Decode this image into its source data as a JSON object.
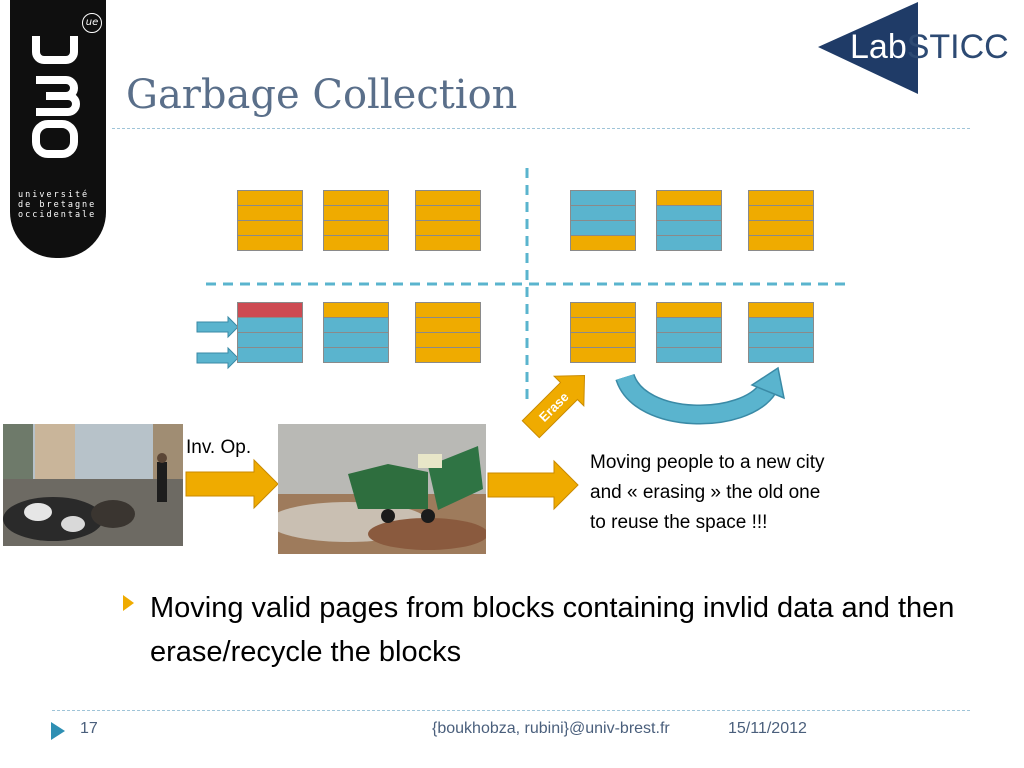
{
  "logo": {
    "university_text": "université\nde bretagne\noccidentale",
    "ue_mark": "ue",
    "lab_name_1": "Lab",
    "lab_name_2": "STICC"
  },
  "slide": {
    "title": "Garbage Collection",
    "inv_op_label": "Inv. Op.",
    "erase_label": "Erase",
    "caption_line1": "Moving people to a new city",
    "caption_line2": "and « erasing » the old one",
    "caption_line3": "to reuse the space !!!",
    "bullet_text": "Moving valid pages from blocks containing invlid data and then erase/recycle the blocks"
  },
  "footer": {
    "page_number": "17",
    "authors": "{boukhobza, rubini}@univ-brest.fr",
    "date": "15/11/2012"
  },
  "colors": {
    "free_page": "#efab00",
    "valid_page": "#5ab4ce",
    "invalid_page": "#cd4a52",
    "title": "#5a6f8a",
    "arrow": "#efab00"
  },
  "diagram": {
    "block_pages": [
      [
        "free",
        "free",
        "free",
        "free"
      ],
      [
        "free",
        "free",
        "free",
        "free"
      ],
      [
        "free",
        "free",
        "free",
        "free"
      ],
      [
        "valid",
        "valid",
        "valid",
        "free"
      ],
      [
        "free",
        "valid",
        "valid",
        "valid"
      ],
      [
        "free",
        "free",
        "free",
        "free"
      ],
      [
        "invalid",
        "valid",
        "valid",
        "valid"
      ],
      [
        "free",
        "valid",
        "valid",
        "valid"
      ],
      [
        "free",
        "free",
        "free",
        "free"
      ],
      [
        "free",
        "free",
        "free",
        "free"
      ],
      [
        "free",
        "valid",
        "valid",
        "valid"
      ],
      [
        "free",
        "valid",
        "valid",
        "valid"
      ]
    ]
  }
}
